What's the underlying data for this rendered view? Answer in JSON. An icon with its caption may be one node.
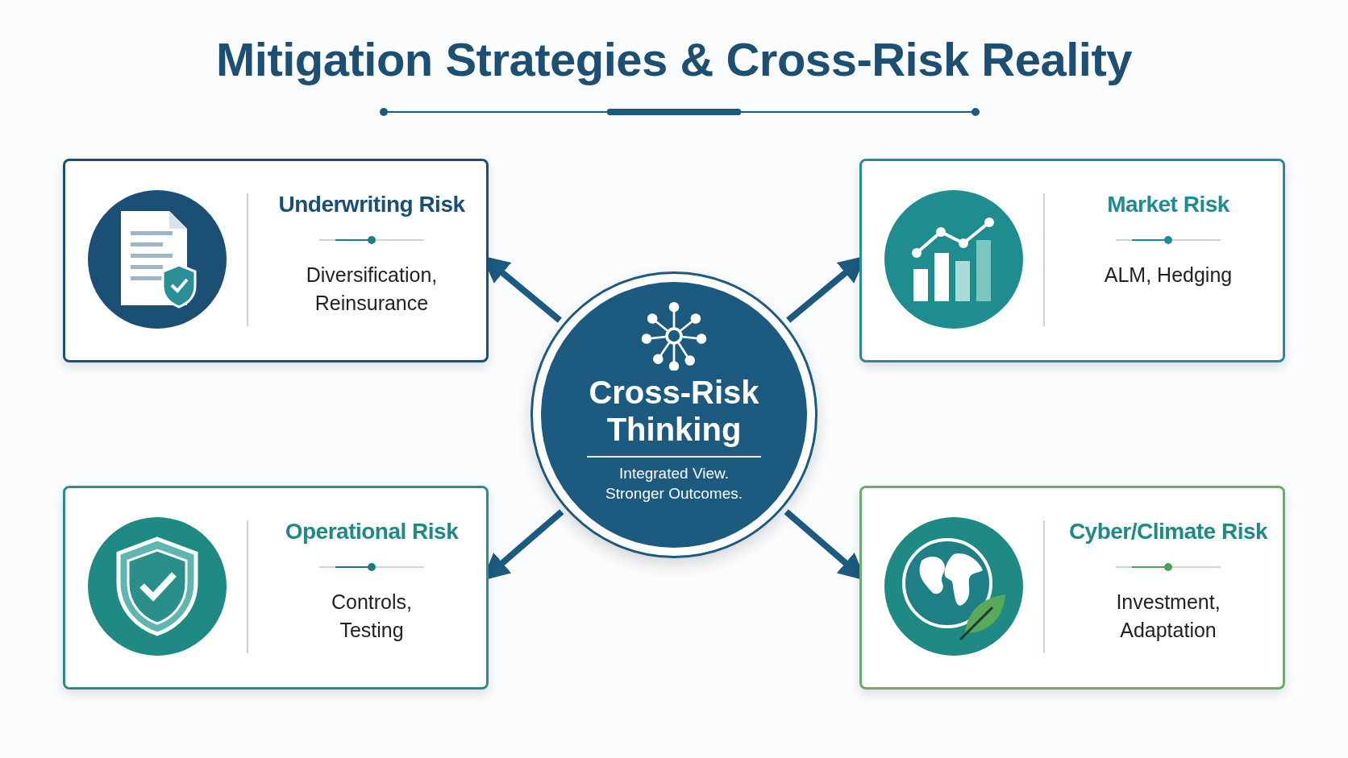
{
  "diagram": {
    "title": "Mitigation Strategies & Cross-Risk Reality",
    "nodes": [
      {
        "text": [
          "Cross-Risk Thinking",
          "Integrated View. Stronger Outcomes."
        ]
      },
      {
        "text": [
          "Underwriting Risk",
          "Diversification, Reinsurance"
        ]
      },
      {
        "text": [
          "Market Risk",
          "ALM, Hedging"
        ]
      },
      {
        "text": [
          "Operational Risk",
          "Controls, Testing"
        ]
      },
      {
        "text": [
          "Cyber/Climate Risk",
          "Investment, Adaptation"
        ]
      }
    ],
    "edges": [
      {
        "from": 0,
        "to": 1,
        "arrow": "to"
      },
      {
        "from": 0,
        "to": 2,
        "arrow": "to"
      },
      {
        "from": 0,
        "to": 3,
        "arrow": "to"
      },
      {
        "from": 0,
        "to": 4,
        "arrow": "to"
      }
    ]
  }
}
